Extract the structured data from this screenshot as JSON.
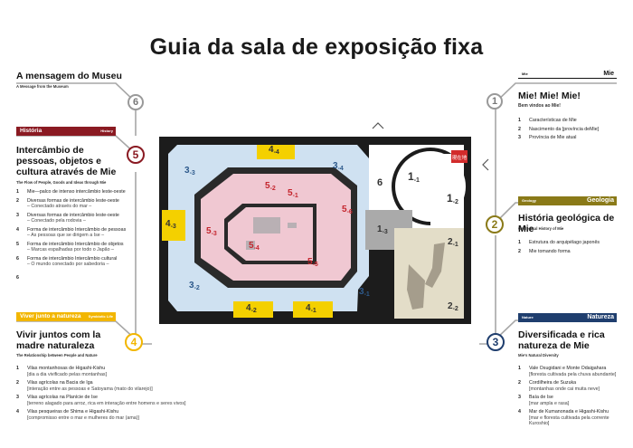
{
  "title": "Guia da sala de exposição fixa",
  "colors": {
    "history": "#8a1a22",
    "geology": "#8a7a18",
    "nature": "#1f3e6e",
    "living": "#f2b600"
  },
  "sections": {
    "s6": {
      "num": "6",
      "title": "A mensagem do Museu",
      "sub": "A Message from the Museum"
    },
    "s5": {
      "num": "5",
      "band": "História",
      "band_en": "History",
      "title": "Intercâmbio de pessoas, objetos e cultura através de Mie",
      "sub": "The Flow of People, Goods and Ideas through Mie",
      "items": [
        {
          "n": "1",
          "t": "Mie—palco de intenso intercâmbio leste-oeste"
        },
        {
          "n": "2",
          "t": "Diversas formas de intercâmbio leste-oeste",
          "s": "– Conectado através do mar –"
        },
        {
          "n": "3",
          "t": "Diversas formas de intercâmbio leste-oeste",
          "s": "– Conectado pela rodovia –"
        },
        {
          "n": "4",
          "t": "Forma de intercâmbio  Intercâmbio de pessoas",
          "s": "– As pessoas que se dirigem a Ise –"
        },
        {
          "n": "5",
          "t": "Forma de intercâmbio  Intercâmbio de objetos",
          "s": "– Marcas espalhadas por todo o Japão –"
        },
        {
          "n": "6",
          "t": "Forma de intercâmbio  Intercâmbio cultural",
          "s": "– O mundo conectado por sabedoria –"
        },
        {
          "n": "6",
          "t": ""
        }
      ]
    },
    "s4": {
      "num": "4",
      "band": "Viver junto a natureza",
      "band_en": "Symbiotic Life",
      "title": "Vivir juntos com la madre naturaleza",
      "sub": "The Relationship between People and Nature",
      "items": [
        {
          "n": "1",
          "t": "Vilas montanhosas de Higashi-Kishu",
          "s": "[dia a dia vivificado pelas montanhas]"
        },
        {
          "n": "2",
          "t": "Vilas agrícolas na Bacia de Iga",
          "s": "[interação entre as pessoas e Satoyama (mato do vilarejo)]"
        },
        {
          "n": "3",
          "t": "Vilas agrícolas na Planície de Ise",
          "s": "[terreno alagado para arroz, rica em interação entre homens e seres vivos]"
        },
        {
          "n": "4",
          "t": "Vilas pesqueiras de Shima e Higashi-Kishu",
          "s": "[compromisso entre o mar e mulheres do mar (ama)]"
        }
      ]
    },
    "s1": {
      "num": "1",
      "band": "Mie",
      "band_en": "Mie",
      "title": "Mie! Mie! Mie!",
      "sub": "Bem vindos ao Mie!",
      "items": [
        {
          "n": "1",
          "t": "Características de Mie"
        },
        {
          "n": "2",
          "t": "Nascimento da [província deMie]"
        },
        {
          "n": "3",
          "t": "Província de Mie atual"
        }
      ]
    },
    "s2": {
      "num": "2",
      "band": "Geologia",
      "band_en": "Geology",
      "title": "História geológica de Mie",
      "sub": "Geological History of Mie",
      "items": [
        {
          "n": "1",
          "t": "Estrutura do arquipélago japonês"
        },
        {
          "n": "2",
          "t": "Mie tomando forma"
        }
      ]
    },
    "s3": {
      "num": "3",
      "band": "Natureza",
      "band_en": "Nature",
      "title": "Diversificada e rica natureza de Mie",
      "sub": "Mie's Natural Diversity",
      "items": [
        {
          "n": "1",
          "t": "Vale Osugidani  e Monte Odaigahara",
          "s": "[floresta cultivada pela chuva abundante]"
        },
        {
          "n": "2",
          "t": "Cordilheira de Suzuka",
          "s": "[montanhas onde cai muita neve]"
        },
        {
          "n": "3",
          "t": "Baía de Ise",
          "s": "[mar ampla e rasa]"
        },
        {
          "n": "4",
          "t": "Mar de Kumanonada e Higashi-Kishu",
          "s": "[mar e floresta cultivada pela corrente Kuroshio]"
        }
      ]
    }
  },
  "map": {
    "you_are_here": "現在地",
    "labels": [
      {
        "id": "l43",
        "main": "4",
        "sub": "-3"
      },
      {
        "id": "l44",
        "main": "4",
        "sub": "-4"
      },
      {
        "id": "l42",
        "main": "4",
        "sub": "-2"
      },
      {
        "id": "l41",
        "main": "4",
        "sub": "-1"
      },
      {
        "id": "l33",
        "main": "3",
        "sub": "-3"
      },
      {
        "id": "l34",
        "main": "3",
        "sub": "-4"
      },
      {
        "id": "l32",
        "main": "3",
        "sub": "-2"
      },
      {
        "id": "l31",
        "main": "3",
        "sub": "-1"
      },
      {
        "id": "l52",
        "main": "5",
        "sub": "-2"
      },
      {
        "id": "l51",
        "main": "5",
        "sub": "-1"
      },
      {
        "id": "l53",
        "main": "5",
        "sub": "-3"
      },
      {
        "id": "l54",
        "main": "5",
        "sub": "-4"
      },
      {
        "id": "l55",
        "main": "5",
        "sub": "-5"
      },
      {
        "id": "l56",
        "main": "5",
        "sub": "-6"
      },
      {
        "id": "l6",
        "main": "6",
        "sub": ""
      },
      {
        "id": "l11",
        "main": "1",
        "sub": "-1"
      },
      {
        "id": "l12",
        "main": "1",
        "sub": "-2"
      },
      {
        "id": "l13",
        "main": "1",
        "sub": "-3"
      },
      {
        "id": "l21",
        "main": "2",
        "sub": "-1"
      },
      {
        "id": "l22",
        "main": "2",
        "sub": "-2"
      }
    ]
  }
}
